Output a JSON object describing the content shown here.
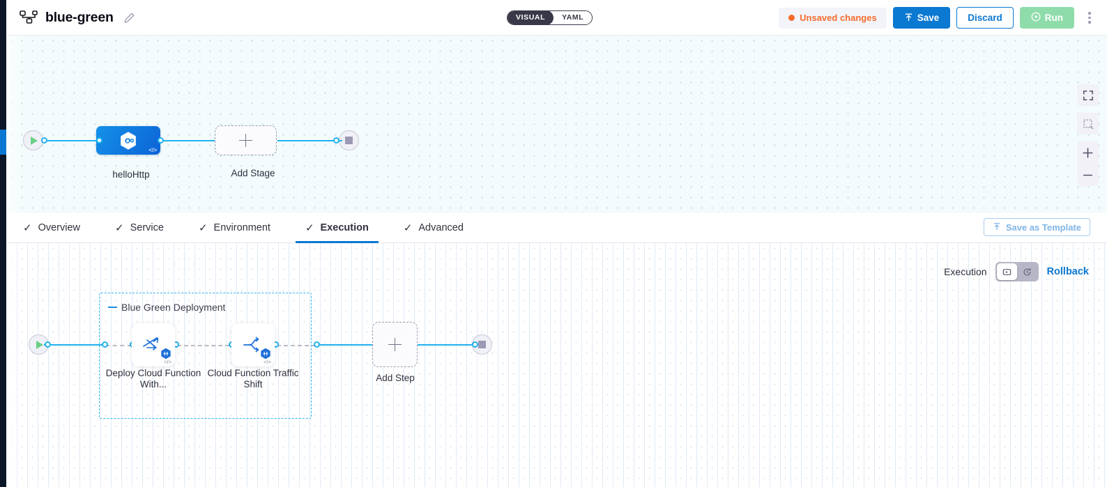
{
  "header": {
    "pipeline_icon": "pipeline-nodes-icon",
    "title": "blue-green",
    "edit_icon": "pencil-edit-icon",
    "mode_toggle": {
      "visual_label": "VISUAL",
      "yaml_label": "YAML",
      "selected": "VISUAL"
    },
    "unsaved": {
      "label": "Unsaved changes",
      "dot_color": "#f76b2d"
    },
    "save_label": "Save",
    "save_icon": "upload-arrow-icon",
    "discard_label": "Discard",
    "run_label": "Run",
    "run_icon": "play-circle-icon",
    "menu_icon": "kebab-menu-icon",
    "colors": {
      "accent_blue": "#0b78d1",
      "run_green": "#8fdcab",
      "orange": "#f76b2d"
    }
  },
  "top_canvas": {
    "start_icon": "play-triangle-icon",
    "end_icon": "stop-square-icon",
    "stage": {
      "name": "helloHttp",
      "icon": "hexagon-infinity-icon",
      "code_badge": "</>"
    },
    "add_stage": {
      "label": "Add Stage",
      "icon": "plus-icon"
    },
    "controls": [
      {
        "name": "fullscreen-icon"
      },
      {
        "name": "selection-box-icon"
      },
      {
        "name": "zoom-in-icon"
      },
      {
        "name": "zoom-out-icon"
      }
    ]
  },
  "tabs": {
    "items": [
      {
        "label": "Overview",
        "check": "✓",
        "active": false
      },
      {
        "label": "Service",
        "check": "✓",
        "active": false
      },
      {
        "label": "Environment",
        "check": "✓",
        "active": false
      },
      {
        "label": "Execution",
        "check": "✓",
        "active": true
      },
      {
        "label": "Advanced",
        "check": "✓",
        "active": false
      }
    ],
    "save_as_template": {
      "label": "Save as Template",
      "icon": "template-upload-icon"
    }
  },
  "execution": {
    "toolbar": {
      "label": "Execution",
      "toggle": [
        {
          "icon": "execution-flow-icon",
          "selected": true
        },
        {
          "icon": "rollback-clock-icon",
          "selected": false
        }
      ],
      "rollback_label": "Rollback"
    },
    "start_icon": "play-triangle-icon",
    "end_icon": "stop-square-icon",
    "group": {
      "title": "Blue Green Deployment",
      "collapse_icon": "collapse-dash-icon",
      "steps": [
        {
          "label": "Deploy Cloud Function With...",
          "icon": "deploy-function-icon",
          "badge": "harness-hex-badge",
          "code_badge": "</>"
        },
        {
          "label": "Cloud Function Traffic Shift",
          "icon": "traffic-split-icon",
          "badge": "harness-hex-badge",
          "code_badge": "</>"
        }
      ]
    },
    "add_step": {
      "label": "Add Step",
      "icon": "plus-icon"
    }
  }
}
